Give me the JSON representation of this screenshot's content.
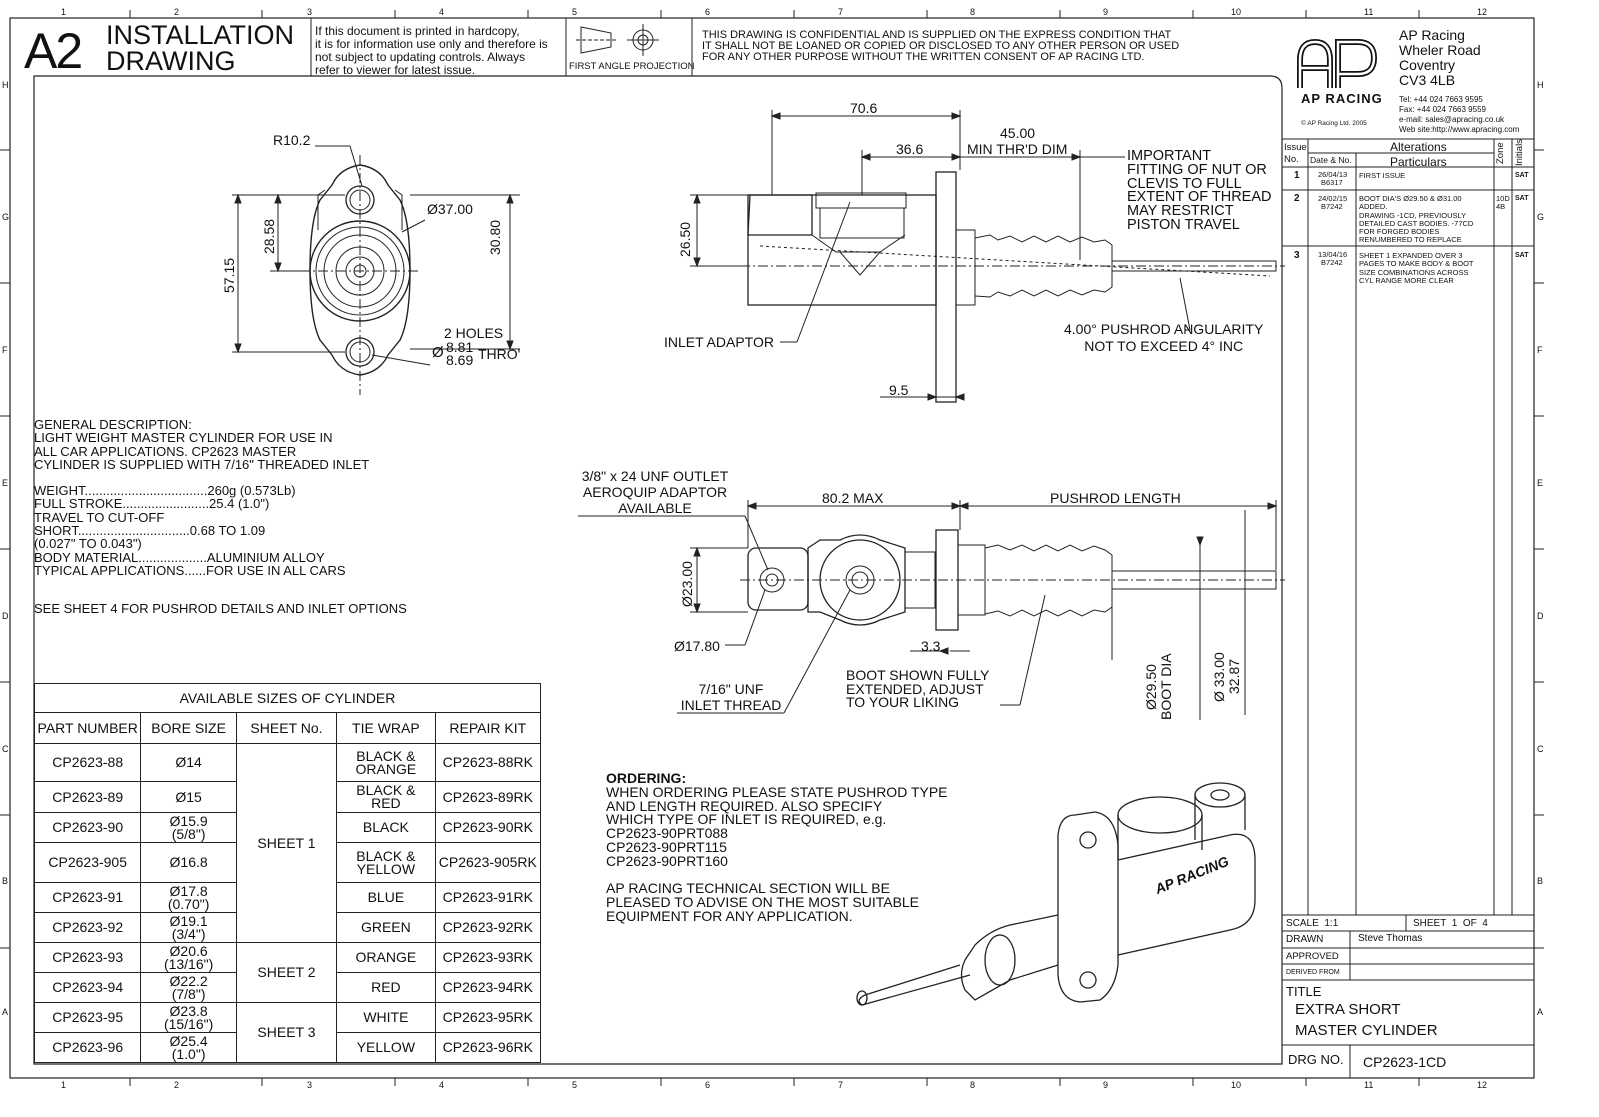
{
  "title_block": {
    "size": "A2",
    "title_line1": "INSTALLATION",
    "title_line2": "DRAWING",
    "hardcopy_note": [
      "If this document is printed in hardcopy,",
      "it is for information use only and therefore is",
      "not subject to updating controls. Always",
      "refer to viewer for latest issue."
    ],
    "projection_label": "FIRST ANGLE PROJECTION",
    "confidential": [
      "THIS DRAWING IS CONFIDENTIAL AND IS SUPPLIED ON THE EXPRESS CONDITION THAT",
      "IT SHALL NOT BE LOANED OR COPIED OR DISCLOSED TO ANY OTHER PERSON OR USED",
      "FOR ANY OTHER PURPOSE WITHOUT THE WRITTEN CONSENT OF AP RACING LTD."
    ]
  },
  "grid": {
    "columns": [
      "1",
      "2",
      "3",
      "4",
      "5",
      "6",
      "7",
      "8",
      "9",
      "10",
      "11",
      "12"
    ],
    "rows": [
      "H",
      "G",
      "F",
      "E",
      "D",
      "C",
      "B",
      "A"
    ]
  },
  "company": {
    "logo_text": "AP RACING",
    "copyright": "© AP Racing Ltd. 2005",
    "address": [
      "AP Racing",
      "Wheler Road",
      "Coventry",
      "CV3 4LB"
    ],
    "tel": "Tel:  +44 024 7663 9595",
    "fax": "Fax: +44 024 7663 9559",
    "email": "e-mail: sales@apracing.co.uk",
    "web": "Web site:http://www.apracing.com"
  },
  "alterations": {
    "header_issue": "Issue",
    "header_no": "No.",
    "header_alterations": "Alterations",
    "header_date": "Date & No.",
    "header_particulars": "Particulars",
    "header_zone": "Zone",
    "header_initials": "Initials",
    "rows": [
      {
        "issue": "1",
        "date": "26/04/13",
        "ref": "B6317",
        "particulars": [
          "FIRST ISSUE"
        ],
        "zone": "",
        "initials": "SAT"
      },
      {
        "issue": "2",
        "date": "24/02/15",
        "ref": "B7242",
        "particulars": [
          "BOOT DIA'S Ø29.50 & Ø31.00",
          "ADDED.",
          "DRAWING -1CD, PREVIOUSLY",
          "DETAILED CAST BODIES. -77CD",
          "FOR FORGED BODIES",
          "RENUMBERED TO REPLACE"
        ],
        "zone": "10D 4B",
        "initials": "SAT"
      },
      {
        "issue": "3",
        "date": "13/04/16",
        "ref": "B7242",
        "particulars": [
          "SHEET 1 EXPANDED OVER 3",
          "PAGES TO MAKE BODY & BOOT",
          "SIZE COMBINATIONS ACROSS",
          "CYL RANGE MORE CLEAR"
        ],
        "zone": "",
        "initials": "SAT"
      }
    ]
  },
  "info_block": {
    "scale": "SCALE  1:1",
    "sheet": "SHEET  1  OF  4",
    "drawn_label": "DRAWN",
    "drawn_value": "Steve Thomas",
    "approved_label": "APPROVED",
    "derived_label": "DERIVED FROM",
    "title_label": "TITLE",
    "title_line1": "EXTRA SHORT",
    "title_line2": "MASTER CYLINDER",
    "drg_label": "DRG NO.",
    "drg_value": "CP2623-1CD"
  },
  "front_view": {
    "r": "R10.2",
    "d37": "Ø37.00",
    "d2858": "28.58",
    "d3080": "30.80",
    "d5715": "57.15",
    "holes_label": "2 HOLES",
    "holes_d1": "8.81",
    "holes_d2": "8.69",
    "holes_suffix": "THRO'",
    "phi": "Ø"
  },
  "side_view": {
    "d706": "70.6",
    "d366": "36.6",
    "d4500": "45.00",
    "min_thread": "MIN THR'D DIM",
    "d2650": "26.50",
    "d95": "9.5",
    "important": [
      "IMPORTANT",
      "FITTING OF NUT OR",
      "CLEVIS TO FULL",
      "EXTENT OF THREAD",
      "MAY RESTRICT",
      "PISTON TRAVEL"
    ],
    "inlet_adaptor": "INLET ADAPTOR",
    "pushrod_angle": [
      "4.00° PUSHROD ANGULARITY",
      "NOT TO EXCEED 4° INC"
    ]
  },
  "plan_view": {
    "outlet": [
      "3/8\" x 24 UNF OUTLET",
      "AEROQUIP ADAPTOR",
      "AVAILABLE"
    ],
    "d802": "80.2 MAX",
    "pushrod_length": "PUSHROD LENGTH",
    "d2300": "Ø23.00",
    "d1780": "Ø17.80",
    "d33": "3.3",
    "inlet_thread": [
      "7/16\" UNF",
      "INLET THREAD"
    ],
    "boot_note": [
      "BOOT SHOWN FULLY",
      "EXTENDED, ADJUST",
      "TO YOUR LIKING"
    ],
    "d2950": "Ø29.50",
    "boot_dia": "BOOT DIA",
    "d3300": "Ø 33.00",
    "d3287": "32.87"
  },
  "description": {
    "lines": [
      "GENERAL DESCRIPTION:",
      "LIGHT WEIGHT MASTER CYLINDER FOR USE IN",
      "ALL CAR APPLICATIONS. CP2623 MASTER",
      "CYLINDER IS SUPPLIED WITH 7/16\" THREADED INLET",
      "",
      "WEIGHT..................................260g (0.573Lb)",
      "FULL STROKE........................25.4 (1.0\")",
      "TRAVEL TO CUT-OFF",
      "     SHORT...............................0.68 TO 1.09",
      "                                                  (0.027\" TO 0.043\")",
      "BODY MATERIAL...................ALUMINIUM ALLOY",
      "TYPICAL APPLICATIONS......FOR USE IN ALL CARS"
    ],
    "sheet_note": "SEE SHEET 4 FOR PUSHROD DETAILS AND INLET OPTIONS"
  },
  "ordering": {
    "heading": "ORDERING:",
    "lines": [
      "WHEN ORDERING PLEASE STATE PUSHROD TYPE",
      "AND LENGTH REQUIRED. ALSO SPECIFY",
      "WHICH TYPE OF INLET IS REQUIRED, e.g.",
      "        CP2623-90PRT088",
      "        CP2623-90PRT115",
      "        CP2623-90PRT160",
      "",
      "AP RACING TECHNICAL SECTION WILL BE",
      "PLEASED TO ADVISE ON THE MOST SUITABLE",
      "EQUIPMENT FOR ANY APPLICATION."
    ]
  },
  "sizes_table": {
    "title": "AVAILABLE SIZES OF CYLINDER",
    "headers": [
      "PART NUMBER",
      "BORE SIZE",
      "SHEET No.",
      "TIE WRAP",
      "REPAIR KIT"
    ],
    "rows": [
      {
        "part": "CP2623-88",
        "bore": "Ø14",
        "bore2": "",
        "tie": "BLACK &",
        "tie2": "ORANGE",
        "kit": "CP2623-88RK"
      },
      {
        "part": "CP2623-89",
        "bore": "Ø15",
        "bore2": "",
        "tie": "BLACK &",
        "tie2": "RED",
        "kit": "CP2623-89RK"
      },
      {
        "part": "CP2623-90",
        "bore": "Ø15.9",
        "bore2": "(5/8\")",
        "tie": "BLACK",
        "tie2": "",
        "kit": "CP2623-90RK"
      },
      {
        "part": "CP2623-905",
        "bore": "Ø16.8",
        "bore2": "",
        "tie": "BLACK &",
        "tie2": "YELLOW",
        "kit": "CP2623-905RK"
      },
      {
        "part": "CP2623-91",
        "bore": "Ø17.8",
        "bore2": "(0.70\")",
        "tie": "BLUE",
        "tie2": "",
        "kit": "CP2623-91RK"
      },
      {
        "part": "CP2623-92",
        "bore": "Ø19.1",
        "bore2": "(3/4\")",
        "tie": "GREEN",
        "tie2": "",
        "kit": "CP2623-92RK"
      },
      {
        "part": "CP2623-93",
        "bore": "Ø20.6",
        "bore2": "(13/16\")",
        "tie": "ORANGE",
        "tie2": "",
        "kit": "CP2623-93RK"
      },
      {
        "part": "CP2623-94",
        "bore": "Ø22.2",
        "bore2": "(7/8\")",
        "tie": "RED",
        "tie2": "",
        "kit": "CP2623-94RK"
      },
      {
        "part": "CP2623-95",
        "bore": "Ø23.8",
        "bore2": "(15/16\")",
        "tie": "WHITE",
        "tie2": "",
        "kit": "CP2623-95RK"
      },
      {
        "part": "CP2623-96",
        "bore": "Ø25.4",
        "bore2": "(1.0\")",
        "tie": "YELLOW",
        "tie2": "",
        "kit": "CP2623-96RK"
      }
    ],
    "sheets": [
      "SHEET 1",
      "SHEET 2",
      "SHEET 3"
    ]
  },
  "iso_logo": "AP RACING"
}
